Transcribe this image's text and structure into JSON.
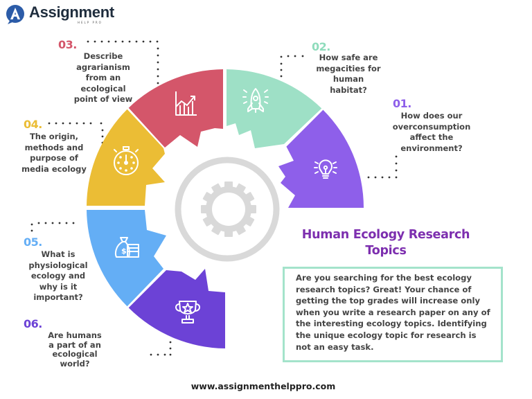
{
  "brand": {
    "name": "Assignment",
    "subtitle": "HELP PRO",
    "logo_icon": "a-letter-circle-icon",
    "logo_color": "#2c5ca8"
  },
  "wheel": {
    "center_icon": "gear-icon",
    "colors": {
      "ring": "#d9d9d9",
      "gear": "#d9d9d9"
    }
  },
  "topics": [
    {
      "number": "01.",
      "text": "How does our overconsumption affect the environment?",
      "color": "#8e5fea",
      "icon": "lightbulb-icon"
    },
    {
      "number": "02.",
      "text": "How safe are megacities for human habitat?",
      "color": "#9ee0c6",
      "icon": "rocket-icon"
    },
    {
      "number": "03.",
      "text": "Describe agrarianism from an ecological point of view",
      "color": "#d4566a",
      "icon": "growth-chart-icon"
    },
    {
      "number": "04.",
      "text": "The origin, methods and purpose of media ecology",
      "color": "#ebbd35",
      "icon": "stopwatch-icon"
    },
    {
      "number": "05.",
      "text": "What is physiological ecology and why is it important?",
      "color": "#64aef5",
      "icon": "money-bag-icon"
    },
    {
      "number": "06.",
      "text": "Are humans a part of an ecological world?",
      "color": "#6c42d6",
      "icon": "trophy-icon"
    }
  ],
  "topic_lines": {
    "t01": [
      "How does our",
      "overconsumption",
      "affect the",
      "environment?"
    ],
    "t02": [
      "How safe are",
      "megacities for",
      "human",
      "habitat?"
    ],
    "t03": [
      "Describe",
      "agrarianism",
      "from an",
      "ecological",
      "point of view"
    ],
    "t04": [
      "The origin,",
      "methods and",
      "purpose of",
      "media ecology"
    ],
    "t05": [
      "What is",
      "physiological",
      "ecology and",
      "why is it",
      "important?"
    ],
    "t06": [
      "Are humans",
      "a part of an",
      "ecological",
      "world?"
    ]
  },
  "title": "Human Ecology Research Topics",
  "title_lines": [
    "Human Ecology Research",
    "Topics"
  ],
  "info_box": {
    "text": "Are you searching for the best ecology research topics? Great! Your chance of getting the top grades will increase only when you write a research paper on any of the interesting ecology topics. Identifying the unique ecology topic for research is not an easy task.",
    "border_color": "#a4e3cb"
  },
  "footer": {
    "url": "www.assignmenthelppro.com"
  }
}
